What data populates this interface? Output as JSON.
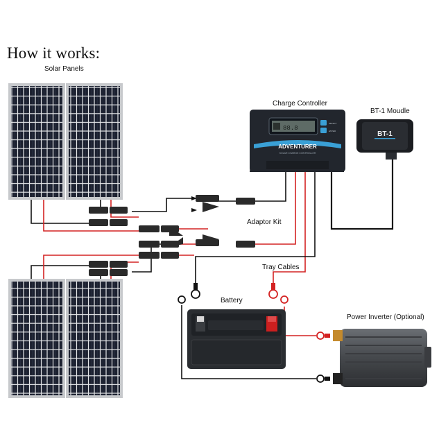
{
  "heading": "How it works:",
  "labels": {
    "solar_panels": "Solar Panels",
    "charge_controller": "Charge Controller",
    "bt_module": "BT-1 Moudle",
    "adaptor_kit": "Adaptor Kit",
    "tray_cables": "Tray Cables",
    "battery": "Battery",
    "power_inverter": "Power Inverter (Optional)"
  },
  "controller_text": {
    "brand": "ADVENTURER",
    "subtitle": "SOLAR CHARGE CONTROLLER",
    "side_label_1": "SELECT",
    "side_label_2": "ENTER"
  },
  "bt_text": "BT-1",
  "colors": {
    "positive_wire": "#d42222",
    "negative_wire": "#111111",
    "panel_cell": "#1c2130",
    "panel_frame": "#c7c9cc",
    "controller_body": "#22262d",
    "controller_accent": "#3aa0d6",
    "inverter_body": "#4b4e52",
    "battery_terminal_pos": "#cc1f1f"
  },
  "icons": [
    "solar-panel-icon",
    "charge-controller-icon",
    "bluetooth-module-icon",
    "mc4-connector-icon",
    "ring-terminal-icon",
    "battery-icon",
    "inverter-icon"
  ]
}
